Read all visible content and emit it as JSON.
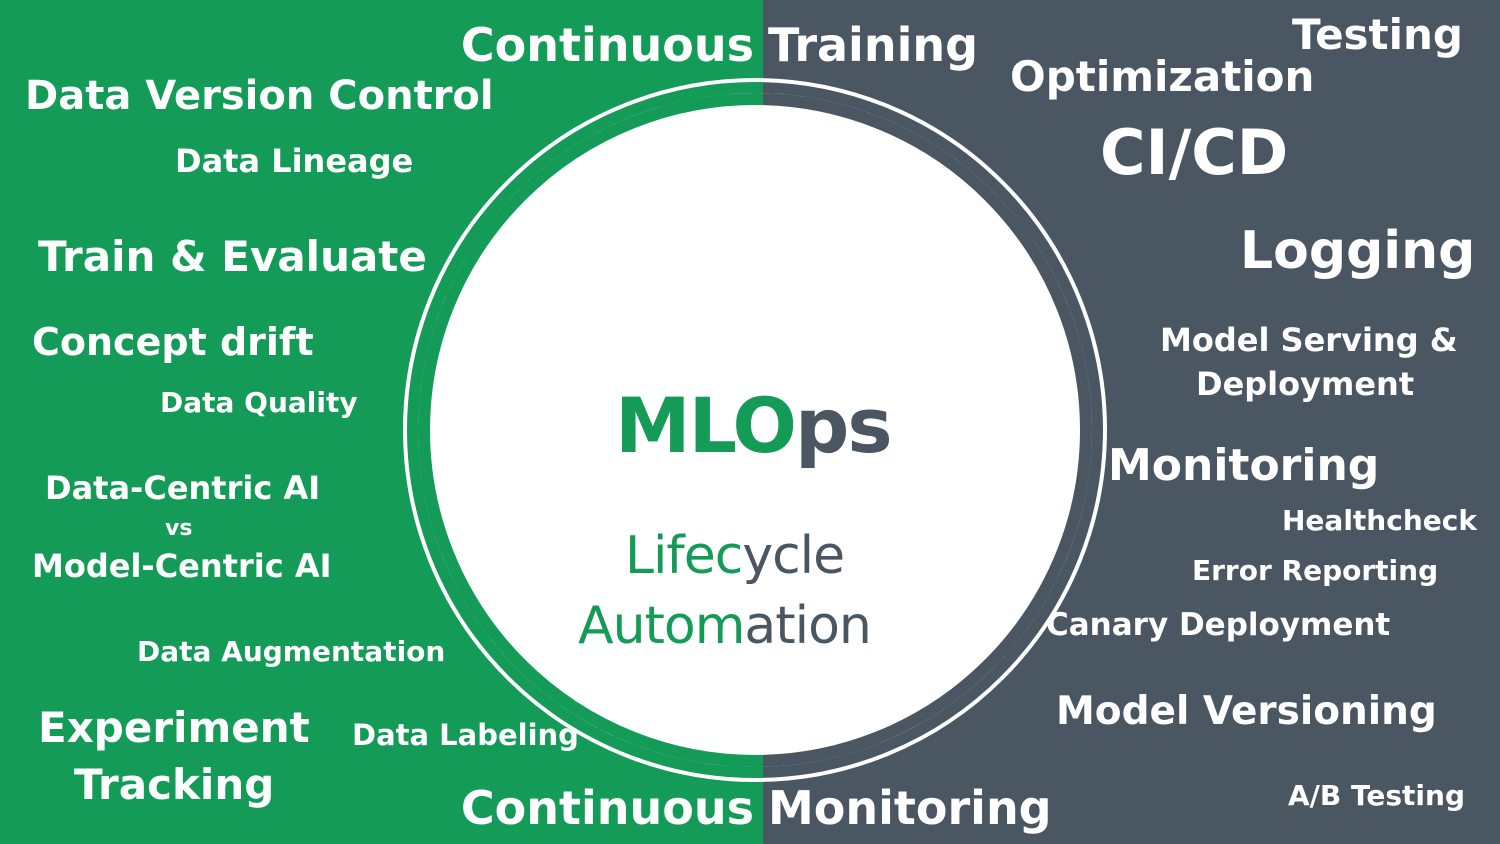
{
  "colors": {
    "green": "#139b57",
    "slate": "#4a5762",
    "white": "#ffffff"
  },
  "top_title": {
    "green_part": "Continuous",
    "slate_part": "Training"
  },
  "bottom_title": {
    "green_part": "Continuous",
    "slate_part": "Monitoring"
  },
  "left_items": {
    "data_version_control": "Data Version Control",
    "data_lineage": "Data Lineage",
    "train_evaluate": "Train & Evaluate",
    "concept_drift": "Concept drift",
    "data_quality": "Data Quality",
    "data_centric": "Data-Centric AI",
    "vs": "vs",
    "model_centric": "Model-Centric AI",
    "data_augmentation": "Data Augmentation",
    "experiment": "Experiment",
    "tracking": "Tracking",
    "data_labeling": "Data Labeling"
  },
  "right_items": {
    "testing": "Testing",
    "optimization": "Optimization",
    "cicd": "CI/CD",
    "logging": "Logging",
    "model_serving": "Model Serving &",
    "deployment": "Deployment",
    "monitoring": "Monitoring",
    "healthcheck": "Healthcheck",
    "error_reporting": "Error Reporting",
    "canary": "Canary Deployment",
    "model_versioning": "Model Versioning",
    "ab_testing": "A/B Testing"
  },
  "center": {
    "mlops_green": "MLO",
    "mlops_slate": "ps",
    "lifecycle_green": "Lifec",
    "lifecycle_slate": "ycle",
    "automation_green": "Autom",
    "automation_slate": "ation"
  }
}
